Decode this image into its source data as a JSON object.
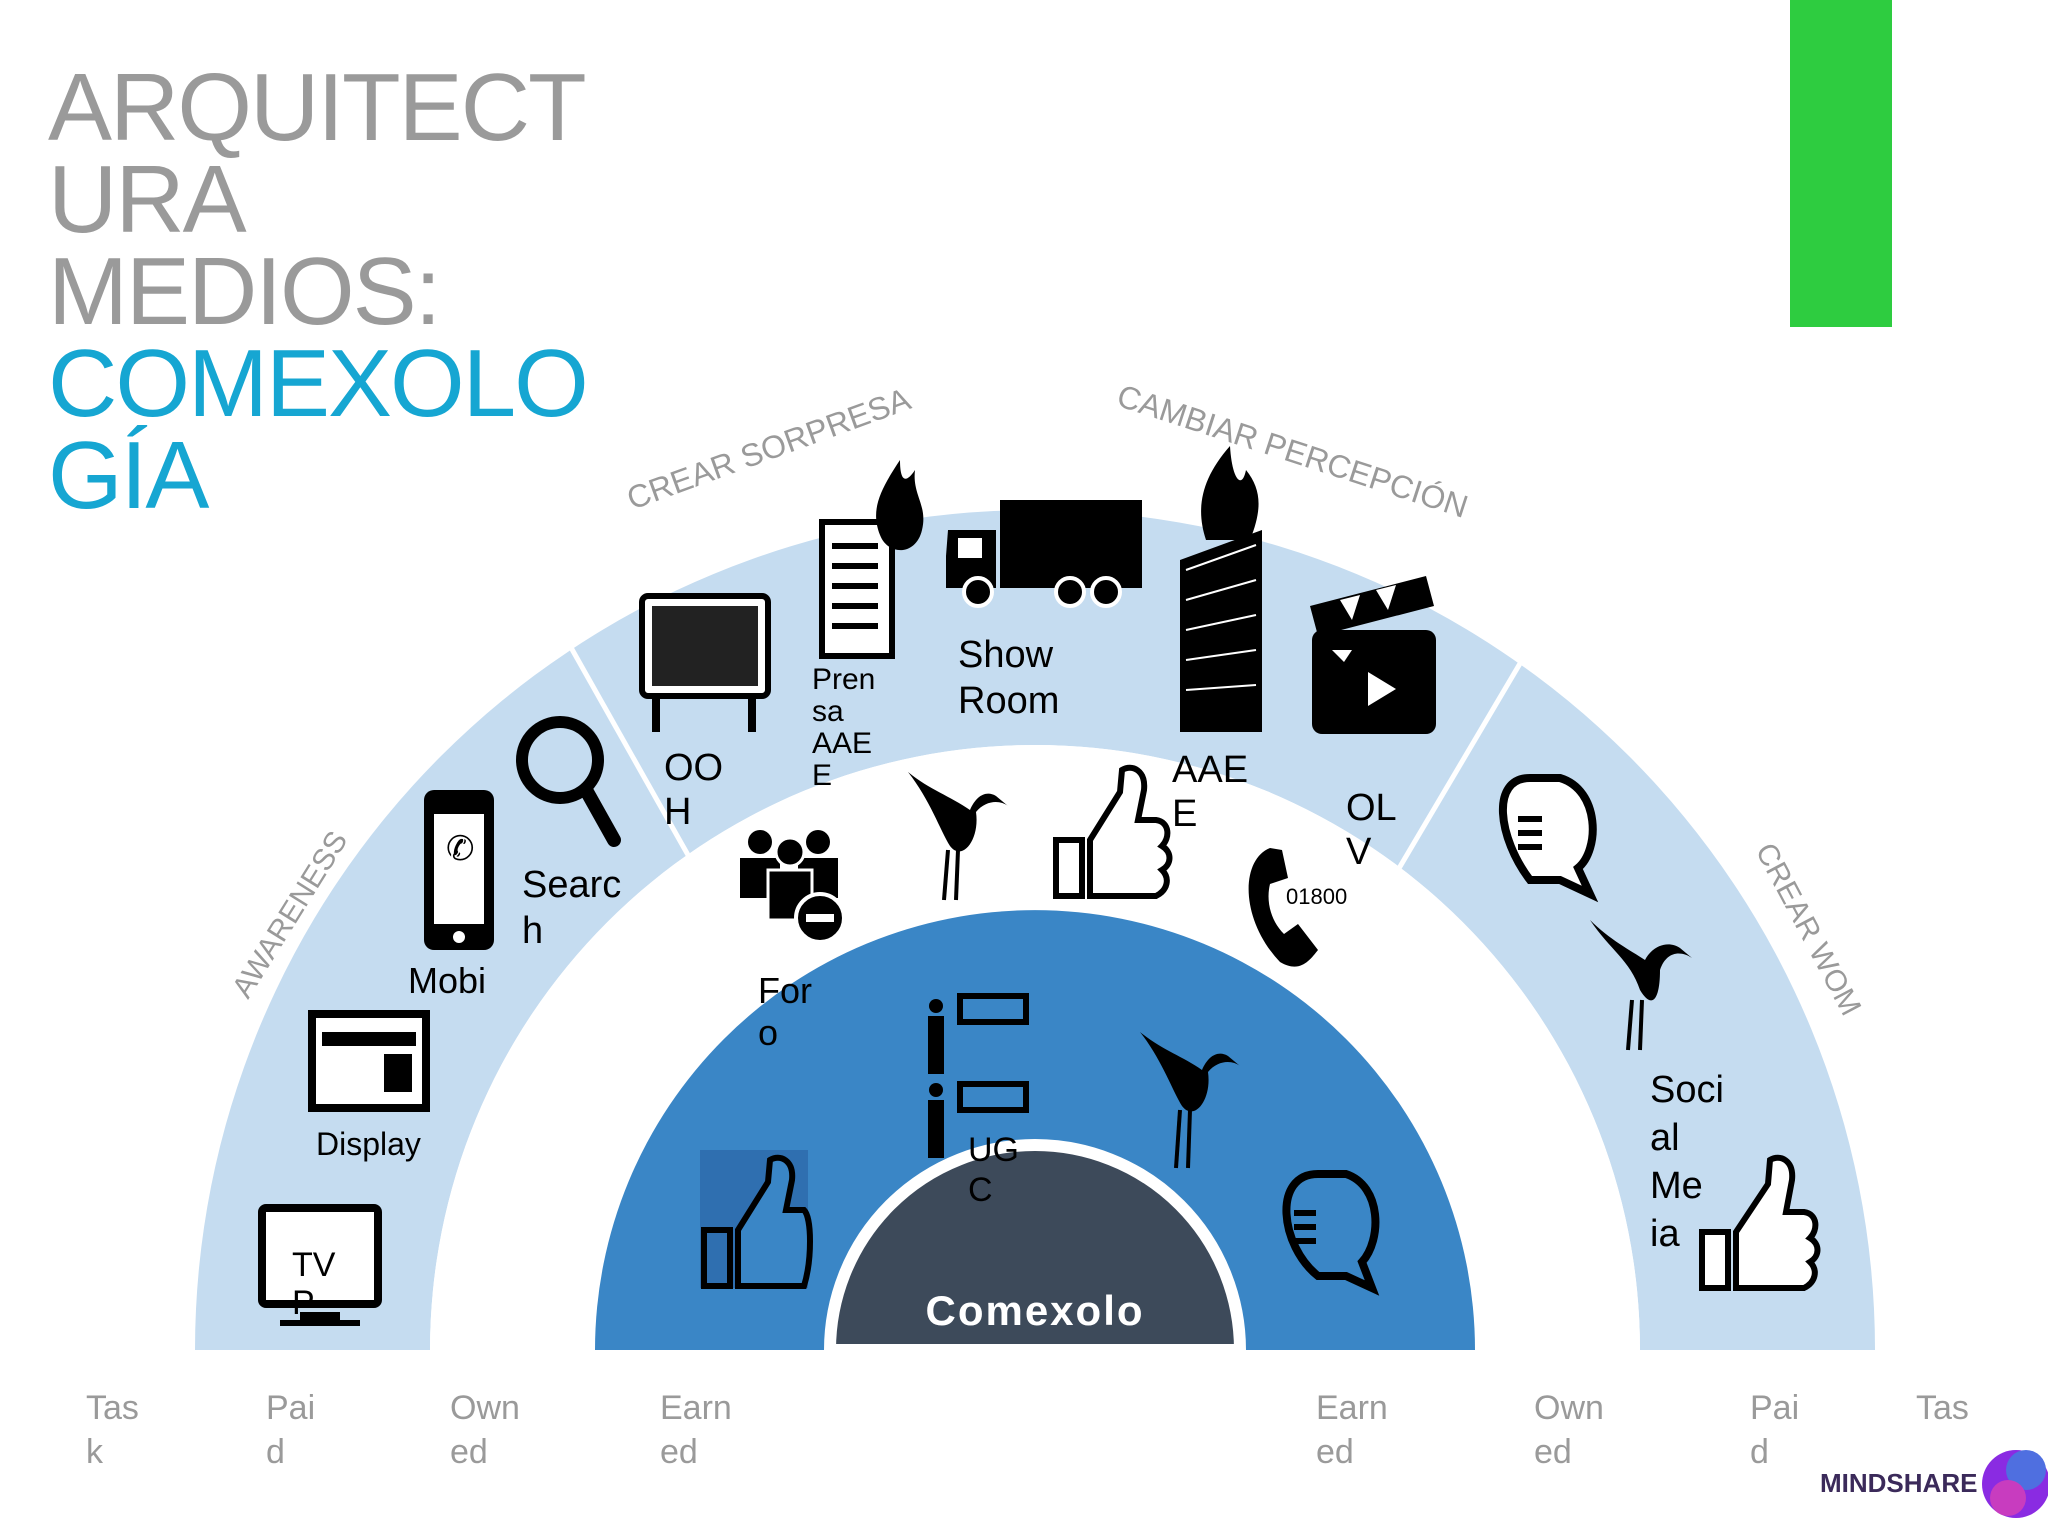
{
  "title": {
    "line1": "ARQUITECT",
    "line2": "URA",
    "line3": "MEDIOS:",
    "line4": "COMEXOLO",
    "line5": "GÍA"
  },
  "arc_labels": {
    "awareness": "AWARENESS",
    "crear_sorpresa": "CREAR SORPRESA",
    "cambiar_percepcion": "CAMBIAR PERCEPCIÓN",
    "crear_wom": "CREAR WOM"
  },
  "icons": {
    "tv": "TV P",
    "display": "Display",
    "mobile": "Mobi",
    "search": "Searc h",
    "ooh": "OO H",
    "prensa": "Pren sa AAE E",
    "showroom": "Show Room",
    "aaee": "AAE E",
    "olv": "OL V",
    "foro": "For o",
    "ugc": "UG C",
    "social": "Soci al Me ia",
    "phone_number": "01800",
    "center": "Comexolo"
  },
  "axis": {
    "left": [
      "Tas k",
      "Pai d",
      "Own ed",
      "Earn ed"
    ],
    "right": [
      "Earn ed",
      "Own ed",
      "Pai d",
      "Tas"
    ]
  },
  "brand": "MINDSHARE",
  "colors": {
    "title_gray": "#9a9a9a",
    "title_blue": "#16a6d2",
    "outer_ring": "#c5dcf0",
    "inner_ring": "#3a86c6",
    "center": "#3d4a5a",
    "green": "#2ecc40"
  }
}
